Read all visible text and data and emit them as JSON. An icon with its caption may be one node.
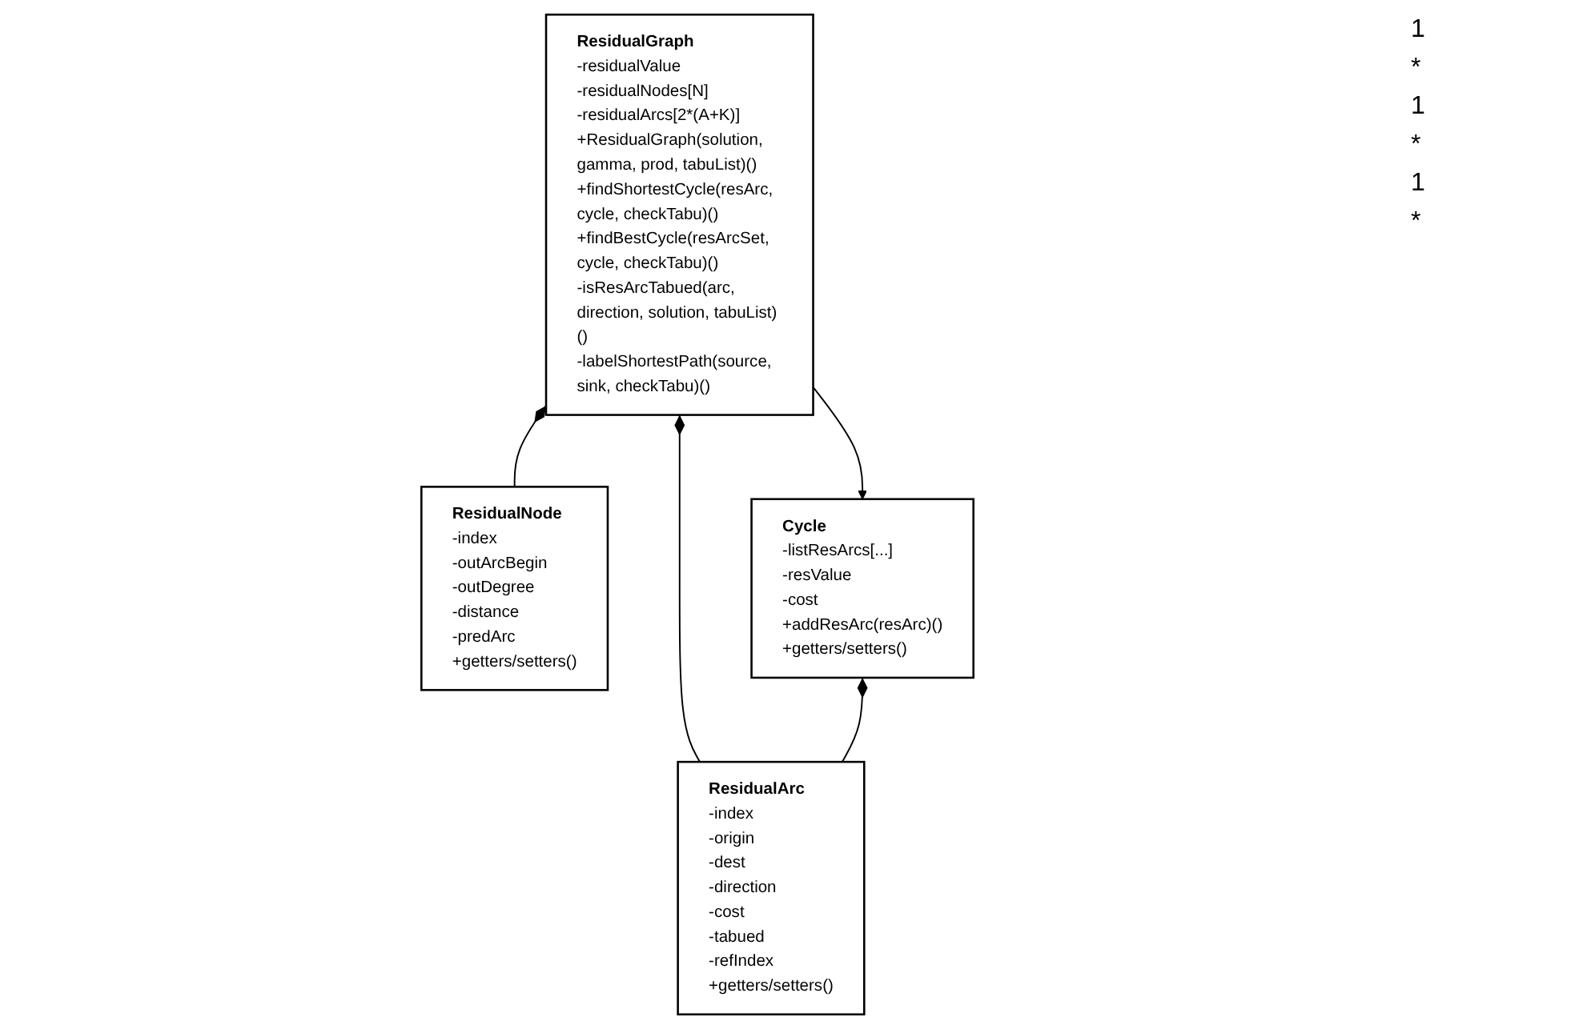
{
  "diagram": {
    "nodes": [
      {
        "text": [
          "ResidualGraph",
          "-residualValue",
          "-residualNodes[N]",
          "-residualArcs[2*(A+K)]",
          "+ResidualGraph(solution, gamma, prod, tabuList)()",
          "+findShortestCycle(resArc, cycle, checkTabu)()",
          "+findBestCycle(resArcSet, cycle, checkTabu)()",
          "-isResArcTabued(arc, direction, solution, tabuList)()",
          "-labelShortestPath(source, sink, checkTabu)()"
        ]
      },
      {
        "text": [
          "ResidualNode",
          "-index",
          "-outArcBegin",
          "-outDegree",
          "-distance",
          "-predArc",
          "+getters/setters()"
        ]
      },
      {
        "text": [
          "ResidualArc",
          "-index",
          "-origin",
          "-dest",
          "-direction",
          "-cost",
          "-tabued",
          "-refIndex",
          "+getters/setters()"
        ]
      },
      {
        "text": [
          "Cycle",
          "-listResArcs[...]",
          "-resValue",
          "-cost",
          "+addResArc(resArc)()",
          "+getters/setters()"
        ]
      }
    ],
    "edges": [
      {
        "from": 0,
        "to": 1,
        "arrow": "other"
      },
      {
        "from": 0,
        "to": 2,
        "arrow": "other"
      },
      {
        "from": 0,
        "to": 3,
        "arrow": "to"
      },
      {
        "from": 3,
        "to": 2,
        "arrow": "other"
      }
    ],
    "labels": [
      "1",
      "*",
      "1",
      "*",
      "1",
      "*"
    ]
  }
}
